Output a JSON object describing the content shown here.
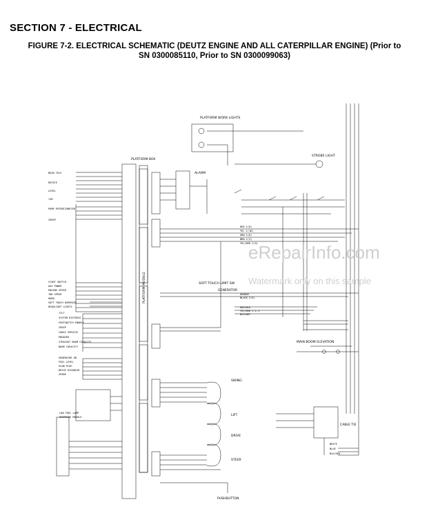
{
  "section_title": "SECTION 7 - ELECTRICAL",
  "figure_title_line1": "FIGURE 7-2. ELECTRICAL SCHEMATIC (DEUTZ ENGINE AND ALL CATERPILLAR ENGINE) (Prior to",
  "figure_title_line2": "SN 0300085110, Prior to SN 0300099063)",
  "watermark": {
    "site": "eRepairInfo.com",
    "note": "Watermark only on this sample"
  },
  "diagram_labels": {
    "platform_box": "PLATFORM BOX",
    "platform_work_lights": "PLATFORM WORK LIGHTS",
    "strobe_light": "STROBE LIGHT",
    "platform_module": "PLATFORM MODULE",
    "swing": "SWING",
    "lift": "LIFT",
    "drive": "DRIVE",
    "steer": "STEER",
    "pushbutton": "PUSHBUTTON",
    "generator": "GENERATOR",
    "main_boom_elevation": "MAIN BOOM ELEVATION",
    "cable_tie": "CABLE TIE",
    "alarm": "ALARM",
    "soft_touch": "SOFT TOUCH LIMIT SW",
    "left_labels": [
      "MAIN TELE",
      "ROTATE",
      "LEVEL",
      "JIB",
      "PUMP POTENTIOMETER",
      "CREEP",
      "START SWITCH",
      "AUX POWER",
      "ENGINE SPEED",
      "TWO SPEED",
      "HORN",
      "SOFT TOUCH OVERRIDE",
      "HEADLIGHT LIGHTS",
      "TILT",
      "SYSTEM DISTRESS",
      "FOOTSWITCH ENABLE",
      "CREEP",
      "CABLE SERVICE",
      "ENGAGED",
      "STRAIGHT BOOM CAPACITY",
      "BOOM CAPACITY",
      "GENERATOR ON",
      "FUEL LEVEL",
      "GLOW PLUG",
      "DRIVE DISABLED",
      "SPARE",
      "LOW FUEL LAMP",
      "OVERRIDE MODULE"
    ],
    "right_wire_labels": [
      "RED 1(8)",
      "YEL 1(10)",
      "GRN 1(8)",
      "BRN 1(3)",
      "YEL/RED 2(5)",
      "ORANGE",
      "BLACK 2(3)",
      "RED/BLK",
      "YEL/RED 2-1-1",
      "BLK/WHT",
      "WHITE",
      "BLUE",
      "BLK/RED"
    ]
  }
}
